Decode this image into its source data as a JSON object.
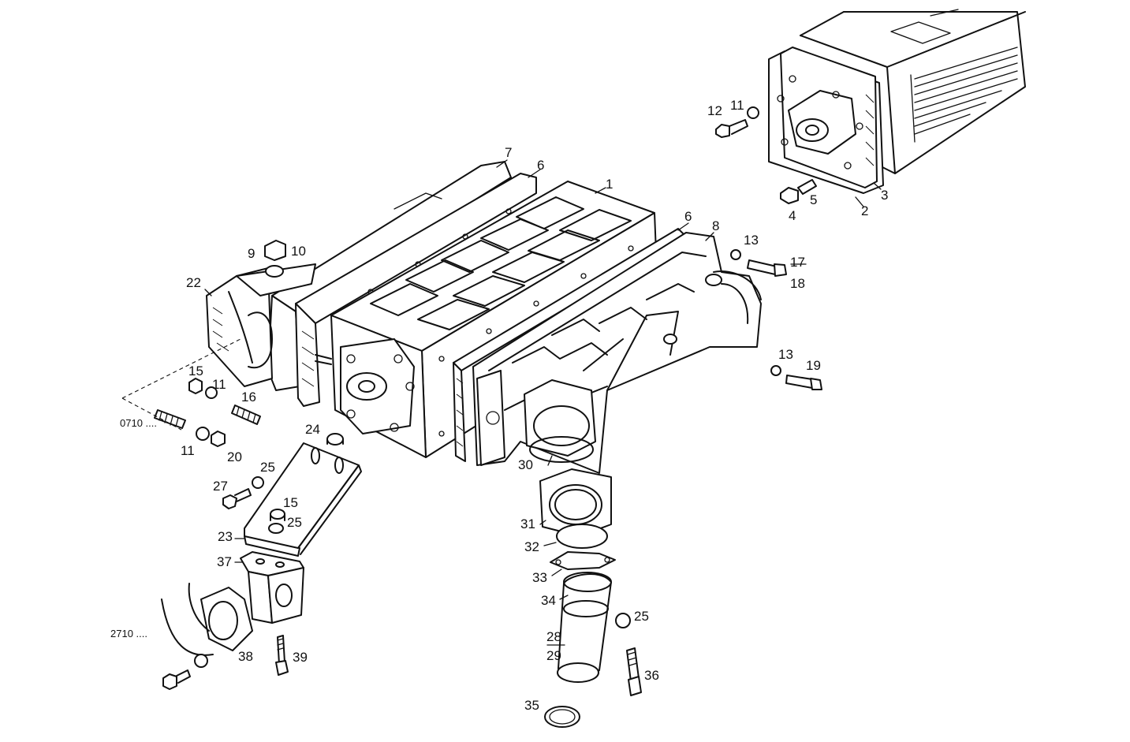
{
  "diagram": {
    "callouts": {
      "c1": "1",
      "c2": "2",
      "c3": "3",
      "c4": "4",
      "c5": "5",
      "c6a": "6",
      "c6b": "6",
      "c7": "7",
      "c8": "8",
      "c9": "9",
      "c10": "10",
      "c11a": "11",
      "c11b": "11",
      "c11c": "11",
      "c12": "12",
      "c13a": "13",
      "c13b": "13",
      "c15a": "15",
      "c15b": "15",
      "c16": "16",
      "c17": "17",
      "c18": "18",
      "c19": "19",
      "c20": "20",
      "c22": "22",
      "c23": "23",
      "c24": "24",
      "c25a": "25",
      "c25b": "25",
      "c25c": "25",
      "c27": "27",
      "c28": "28",
      "c29": "29",
      "c30": "30",
      "c31": "31",
      "c32": "32",
      "c33": "33",
      "c34": "34",
      "c35": "35",
      "c36": "36",
      "c37": "37",
      "c38": "38",
      "c39": "39"
    },
    "references": {
      "ref_0710": "0710 ....",
      "ref_2710": "2710 ...."
    }
  }
}
